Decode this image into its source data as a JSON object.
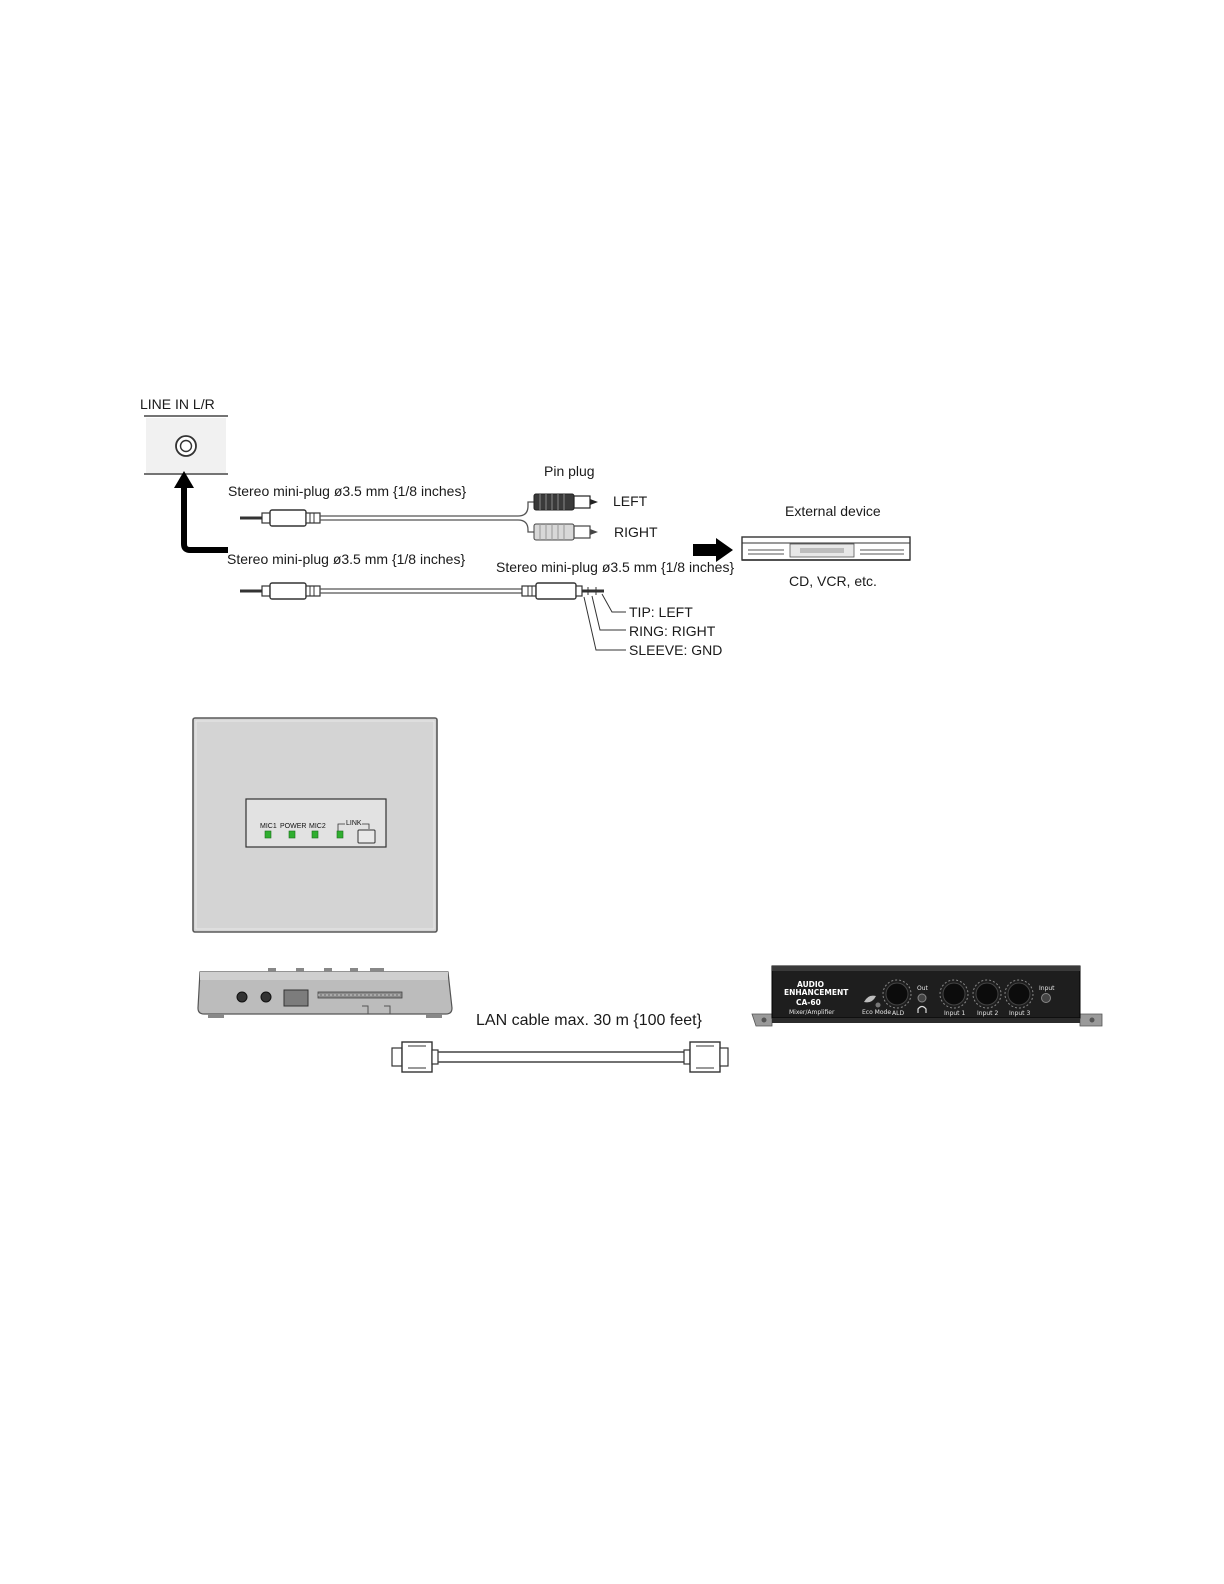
{
  "line_in": {
    "label": "LINE IN L/R"
  },
  "cables": {
    "top_plug_label": "Stereo mini-plug ø3.5 mm {1/8 inches}",
    "bottom_plug_label": "Stereo mini-plug ø3.5 mm {1/8 inches}",
    "right_plug_label": "Stereo mini-plug ø3.5 mm {1/8 inches}",
    "pin_plug_label": "Pin plug",
    "left_label": "LEFT",
    "right_label": "RIGHT",
    "tip_label": "TIP: LEFT",
    "ring_label": "RING: RIGHT",
    "sleeve_label": "SLEEVE: GND"
  },
  "external_device": {
    "title": "External device",
    "caption": "CD, VCR, etc."
  },
  "wall_unit": {
    "mic1": "MIC1",
    "power": "POWER",
    "mic2": "MIC2",
    "link": "LINK"
  },
  "lan": {
    "label": "LAN cable max. 30 m {100 feet}"
  },
  "amplifier": {
    "brand_line1": "AUDIO",
    "brand_line2": "ENHANCEMENT",
    "model": "CA-60",
    "subtitle": "Mixer/Amplifier",
    "eco_label": "Eco Mode",
    "knob_labels": [
      "ALD",
      "Input 1",
      "Input 2",
      "Input 3"
    ],
    "out_label": "Out",
    "input_label": "Input"
  },
  "colors": {
    "led": "#2fae2f",
    "panel": "#d4d4d4",
    "amp_body": "#1e1e1e"
  }
}
